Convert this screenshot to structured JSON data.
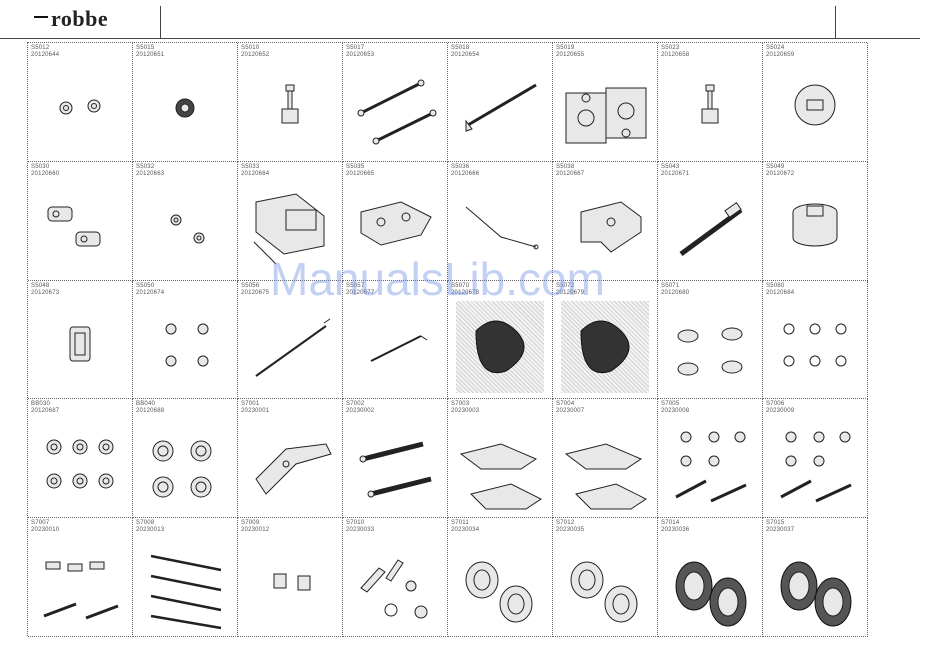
{
  "header": {
    "brand": "robbe"
  },
  "watermark": "ManualsLib.com",
  "parts": [
    {
      "id": "S5012",
      "num": "20120644",
      "icon": "nuts-icon"
    },
    {
      "id": "S5015",
      "num": "20120651",
      "icon": "gear-icon"
    },
    {
      "id": "S5010",
      "num": "20120652",
      "icon": "shaft-icon"
    },
    {
      "id": "S5017",
      "num": "20120653",
      "icon": "rods-icon"
    },
    {
      "id": "S5018",
      "num": "20120654",
      "icon": "rod-icon"
    },
    {
      "id": "S5019",
      "num": "20120655",
      "icon": "gearbox-icon"
    },
    {
      "id": "S5023",
      "num": "20120658",
      "icon": "shaft-icon"
    },
    {
      "id": "S5024",
      "num": "20120659",
      "icon": "disc-icon"
    },
    {
      "id": "S5030",
      "num": "20120660",
      "icon": "cups-icon"
    },
    {
      "id": "S5032",
      "num": "20120663",
      "icon": "washers-icon"
    },
    {
      "id": "S5033",
      "num": "20120664",
      "icon": "chassis-icon"
    },
    {
      "id": "S5035",
      "num": "20120665",
      "icon": "plate-icon"
    },
    {
      "id": "S5036",
      "num": "20120666",
      "icon": "wire-icon"
    },
    {
      "id": "S5038",
      "num": "20120667",
      "icon": "bracket-icon"
    },
    {
      "id": "S5043",
      "num": "20120671",
      "icon": "axle-icon"
    },
    {
      "id": "S5049",
      "num": "20120672",
      "icon": "cup-icon"
    },
    {
      "id": "S5048",
      "num": "20120673",
      "icon": "block-icon"
    },
    {
      "id": "S5050",
      "num": "20120674",
      "icon": "bushings-icon"
    },
    {
      "id": "S5056",
      "num": "20120675",
      "icon": "longrod-icon"
    },
    {
      "id": "S5057",
      "num": "20120677",
      "icon": "shortrod-icon"
    },
    {
      "id": "S5070",
      "num": "20120678",
      "icon": "photo-icon"
    },
    {
      "id": "S5072",
      "num": "20120679",
      "icon": "photo-icon"
    },
    {
      "id": "S5071",
      "num": "20120680",
      "icon": "caps-icon"
    },
    {
      "id": "S5080",
      "num": "20120684",
      "icon": "rings-icon"
    },
    {
      "id": "BB030",
      "num": "20120687",
      "icon": "bearings-icon"
    },
    {
      "id": "BB040",
      "num": "20120688",
      "icon": "bearings2-icon"
    },
    {
      "id": "S7001",
      "num": "20230001",
      "icon": "chassis2-icon"
    },
    {
      "id": "S7002",
      "num": "20230002",
      "icon": "links-icon"
    },
    {
      "id": "S7003",
      "num": "20230003",
      "icon": "arms-icon"
    },
    {
      "id": "S7004",
      "num": "20230007",
      "icon": "arms-icon"
    },
    {
      "id": "S7005",
      "num": "20230008",
      "icon": "ballends-icon"
    },
    {
      "id": "S7006",
      "num": "20230009",
      "icon": "ballends-icon"
    },
    {
      "id": "S7007",
      "num": "20230010",
      "icon": "screws-icon"
    },
    {
      "id": "S7008",
      "num": "20230013",
      "icon": "turnbuckles-icon"
    },
    {
      "id": "S7009",
      "num": "20230012",
      "icon": "posts-icon"
    },
    {
      "id": "S7010",
      "num": "20230033",
      "icon": "smallparts-icon"
    },
    {
      "id": "S7011",
      "num": "20230034",
      "icon": "rims-icon"
    },
    {
      "id": "S7012",
      "num": "20230035",
      "icon": "rims-icon"
    },
    {
      "id": "S7014",
      "num": "20230036",
      "icon": "tyres-icon"
    },
    {
      "id": "S7015",
      "num": "20230037",
      "icon": "tyres-icon"
    }
  ]
}
